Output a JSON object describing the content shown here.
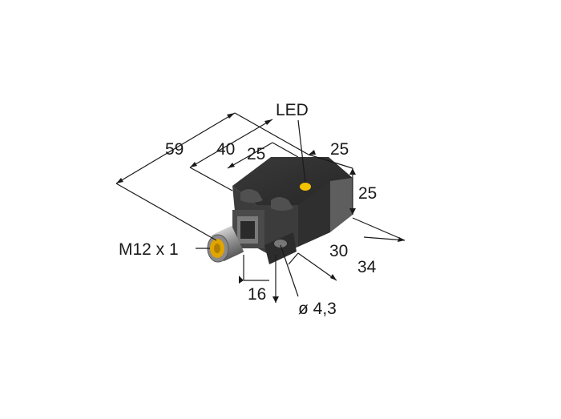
{
  "labels": {
    "led": "LED",
    "length_total": "59",
    "length_body": "40",
    "width_front": "25",
    "width_side": "25",
    "height": "25",
    "depth_30": "30",
    "depth_34": "34",
    "connector_offset": "16",
    "hole_diameter": "ø 4,3",
    "thread": "M12 x 1"
  },
  "colors": {
    "body_dark": "#2b2b2b",
    "body_mid": "#4a4a4a",
    "body_light": "#6e6e6e",
    "led": "#f2c200",
    "connector_gold": "#e0a500",
    "metal": "#9a9a9a"
  }
}
